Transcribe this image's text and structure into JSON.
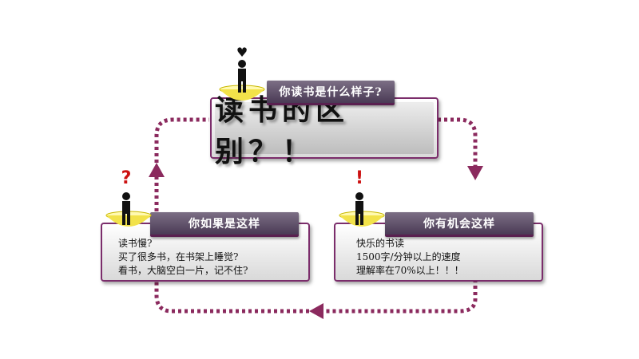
{
  "top": {
    "header": "你读书是什么样子?",
    "title": "读书的区别？！",
    "mark": "♥",
    "mark_color": "#111111"
  },
  "left": {
    "header": "你如果是这样",
    "lines": [
      "读书慢?",
      "买了很多书，在书架上睡觉?",
      "看书，大脑空白一片，记不住?"
    ],
    "mark": "?",
    "mark_color": "#cc1111"
  },
  "right": {
    "header": "你有机会这样",
    "lines": [
      "快乐的书读",
      "1500字/分钟以上的速度",
      "理解率在70%以上！！！"
    ],
    "mark": "!",
    "mark_color": "#cc1111"
  },
  "colors": {
    "accent": "#7b2d6b",
    "arrow": "#8b2a5e",
    "bowl": "#f2e24a"
  }
}
